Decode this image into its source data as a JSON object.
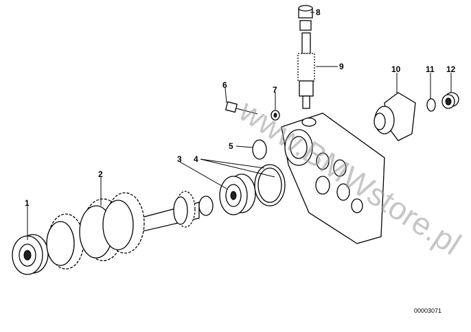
{
  "callouts": [
    "1",
    "2",
    "3",
    "4",
    "5",
    "6",
    "7",
    "8",
    "9",
    "10",
    "11",
    "12"
  ],
  "watermark": "www.BMWstore.pl",
  "diagram_number": "00003071"
}
